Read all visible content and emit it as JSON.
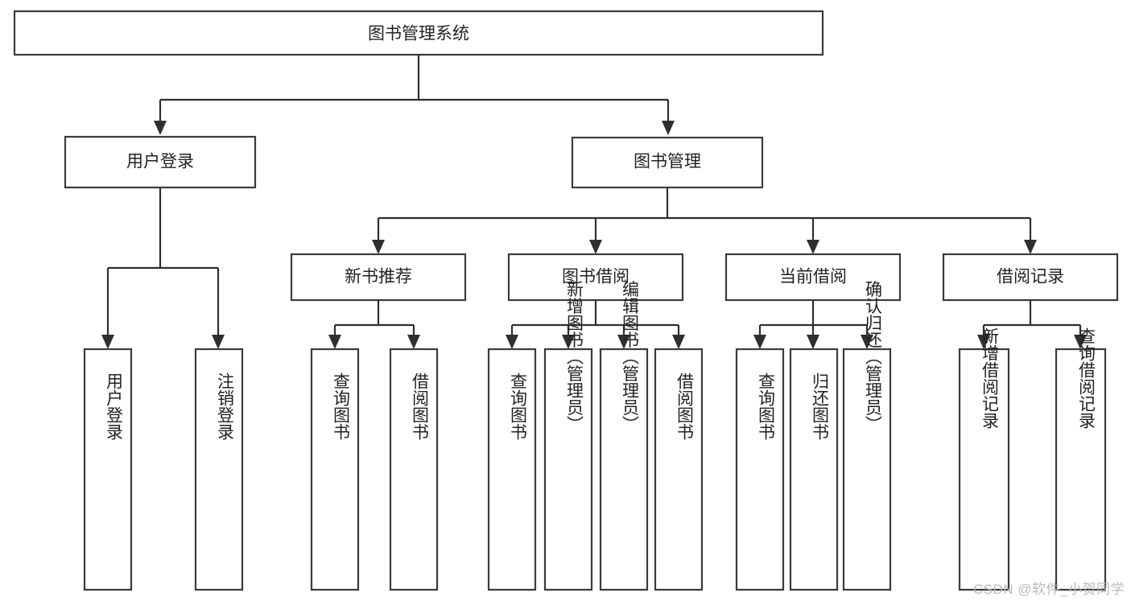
{
  "diagram": {
    "title": "图书管理系统",
    "type": "tree-hierarchy-chart",
    "watermark": "CSDN @软件_小贺同学",
    "colors": {
      "box_stroke": "#3b3b3b",
      "box_fill": "#ffffff",
      "connector": "#2f2f2f",
      "text": "#222222",
      "watermark": "#b9b9b9",
      "background": "#ffffff"
    },
    "levels": {
      "root": {
        "label": "图书管理系统"
      },
      "level2": [
        {
          "id": "user-login",
          "label": "用户登录"
        },
        {
          "id": "book-management",
          "label": "图书管理"
        }
      ],
      "level3": [
        {
          "id": "new-book-recommend",
          "label": "新书推荐",
          "parent": "book-management"
        },
        {
          "id": "book-borrow",
          "label": "图书借阅",
          "parent": "book-management"
        },
        {
          "id": "current-borrow",
          "label": "当前借阅",
          "parent": "book-management"
        },
        {
          "id": "borrow-record",
          "label": "借阅记录",
          "parent": "book-management"
        }
      ],
      "leaves": [
        {
          "id": "leaf-user-login",
          "label": "用户登录",
          "parent": "user-login"
        },
        {
          "id": "leaf-logout-login",
          "label": "注销登录",
          "parent": "user-login"
        },
        {
          "id": "leaf-query-book-1",
          "label": "查询图书",
          "parent": "new-book-recommend"
        },
        {
          "id": "leaf-borrow-book-1",
          "label": "借阅图书",
          "parent": "new-book-recommend"
        },
        {
          "id": "leaf-query-book-2",
          "label": "查询图书",
          "parent": "book-borrow"
        },
        {
          "id": "leaf-add-book",
          "label": "新增图书（管理员）",
          "parent": "book-borrow"
        },
        {
          "id": "leaf-edit-book",
          "label": "编辑图书（管理员）",
          "parent": "book-borrow"
        },
        {
          "id": "leaf-borrow-book-2",
          "label": "借阅图书",
          "parent": "book-borrow"
        },
        {
          "id": "leaf-query-book-3",
          "label": "查询图书",
          "parent": "current-borrow"
        },
        {
          "id": "leaf-return-book",
          "label": "归还图书",
          "parent": "current-borrow"
        },
        {
          "id": "leaf-confirm-return",
          "label": "确认归还（管理员）",
          "parent": "current-borrow"
        },
        {
          "id": "leaf-add-record",
          "label": "新增借阅记录",
          "parent": "borrow-record"
        },
        {
          "id": "leaf-query-record",
          "label": "查询借阅记录",
          "parent": "borrow-record"
        }
      ]
    }
  }
}
